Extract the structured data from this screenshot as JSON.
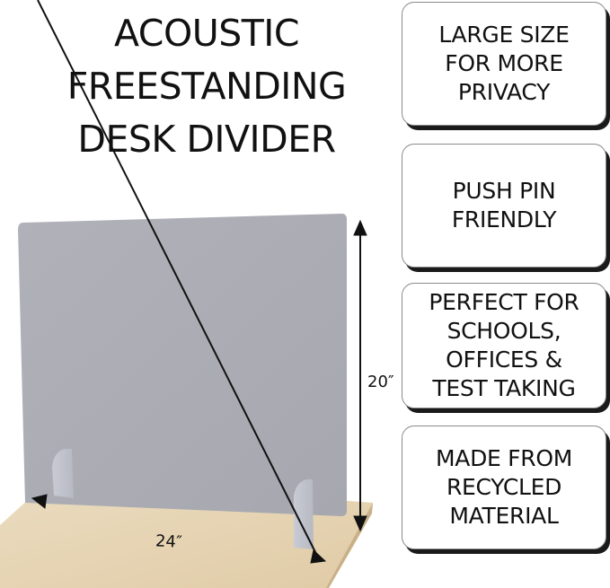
{
  "title": {
    "lines": [
      "ACOUSTIC",
      "FREESTANDING",
      "DESK DIVIDER"
    ]
  },
  "features": [
    {
      "lines": [
        "LARGE SIZE",
        "FOR MORE",
        "PRIVACY"
      ]
    },
    {
      "lines": [
        "PUSH PIN",
        "FRIENDLY"
      ]
    },
    {
      "lines": [
        "PERFECT FOR",
        "SCHOOLS,",
        "OFFICES &",
        "TEST TAKING"
      ]
    },
    {
      "lines": [
        "MADE FROM",
        "RECYCLED",
        "MATERIAL"
      ]
    }
  ],
  "dimensions": {
    "height_label": "20″",
    "width_label": "24″"
  },
  "colors": {
    "panel": "#a9aab2",
    "desk": "#e6d3b3",
    "desk_edge": "#c9b088",
    "text": "#111111",
    "card_shadow": "#1a1a1a"
  }
}
